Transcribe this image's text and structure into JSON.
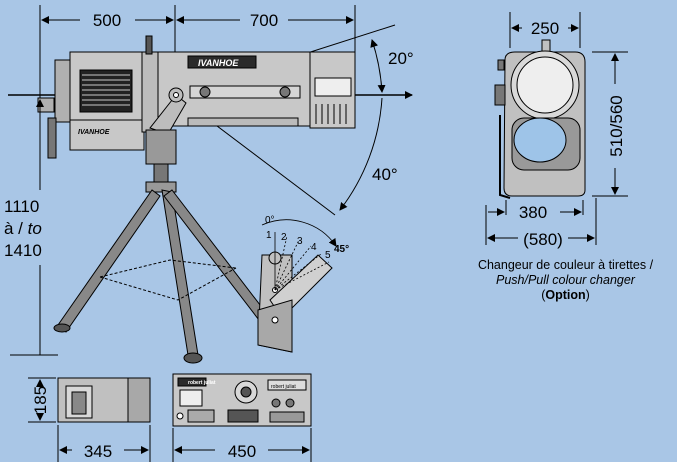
{
  "dimensions": {
    "length_rear": "500",
    "length_front": "700",
    "tilt_up": "20°",
    "tilt_down": "40°",
    "height_min": "1110",
    "height_sep": "à / ",
    "height_sep_it": "to",
    "height_max": "1410",
    "front_width": "250",
    "front_height": "510/560",
    "base_width": "380",
    "option_width": "(580)",
    "ballast_height": "185",
    "ballast_width": "345",
    "ballast_length": "450"
  },
  "shutter": {
    "zero": "0°",
    "positions": [
      "1",
      "2",
      "3",
      "4",
      "5"
    ],
    "max": "45°"
  },
  "caption": {
    "line1": "Changeur de couleur à tirettes /",
    "line2": "Push/Pull colour changer",
    "open_paren": "(",
    "option": "Option",
    "close_paren": ")"
  },
  "brand": {
    "lamp_logo": "IVANHOE",
    "lamp_logo_small": "IVANHOE",
    "ballast_logo": "robert juliat",
    "panel_logo": "robert juliat"
  },
  "colors": {
    "background": "#a9c6e6",
    "body": "#c8c8c8",
    "lens": "#9ec4e8"
  }
}
